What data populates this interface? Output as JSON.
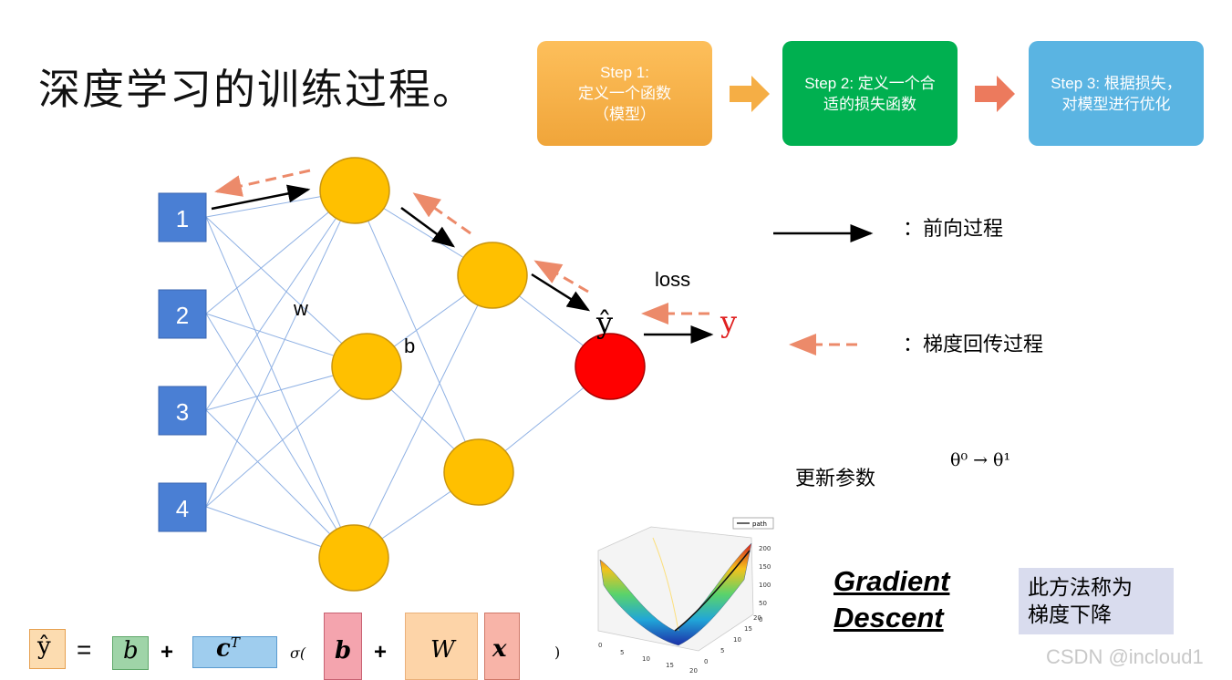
{
  "title": "深度学习的训练过程。",
  "steps": [
    {
      "line1": "Step 1:",
      "line2": "定义一个函数",
      "line3": "（模型）"
    },
    {
      "line1": "Step 2: 定义一个合",
      "line2": "适的损失函数"
    },
    {
      "line1": "Step 3: 根据损失，",
      "line2": "对模型进行优化"
    }
  ],
  "network": {
    "inputs": [
      "1",
      "2",
      "3",
      "4"
    ],
    "weight_label": "w",
    "bias_label": "b",
    "output_label": "ŷ",
    "loss_label": "loss",
    "target_label": "y"
  },
  "legend": {
    "forward": "：前向过程",
    "backward": "：梯度回传过程"
  },
  "update": {
    "label": "更新参数",
    "theta": "θ⁰ → θ¹"
  },
  "gradient_descent": {
    "line1": "Gradient",
    "line2": "Descent",
    "cn_line1": "此方法称为",
    "cn_line2": "梯度下降"
  },
  "surface_plot": {
    "legend": "path",
    "z_ticks": [
      "200",
      "150",
      "100",
      "50",
      "0"
    ],
    "x_ticks": [
      "0",
      "5",
      "10",
      "15",
      "20"
    ],
    "y_ticks": [
      "0",
      "5",
      "10",
      "15",
      "20"
    ]
  },
  "equation": {
    "yhat": "ŷ",
    "eq": "=",
    "b1": "b",
    "plus1": "+",
    "cT": "c",
    "cT_sup": "T",
    "sigma": "σ(",
    "b2": "b",
    "plus2": "+",
    "W": "W",
    "x": "x",
    "close": ")"
  },
  "watermark": "CSDN @incloud1",
  "colors": {
    "step1": "#f5ae45",
    "step2": "#00b050",
    "step3": "#5ab4e2",
    "input_node": "#4a7fd4",
    "hidden_node": "#ffc000",
    "output_node": "#ff0000",
    "backward_arrow": "#ec8a6a",
    "edge": "#8fb1e4"
  }
}
